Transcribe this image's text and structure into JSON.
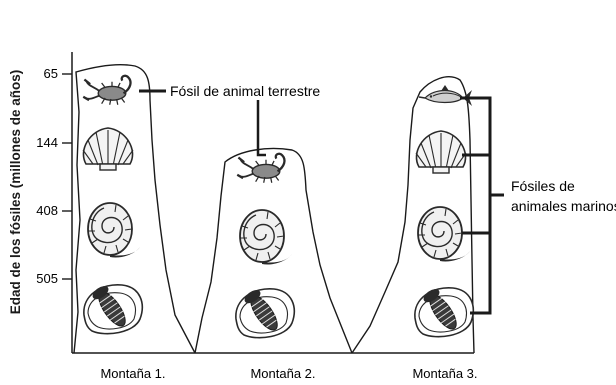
{
  "axis": {
    "ylabel": "Edad de los fósiles (millones de años)",
    "ticks": [
      "65",
      "144",
      "408",
      "505"
    ]
  },
  "mountains": [
    {
      "label": "Montaña 1.",
      "fossils": [
        "scorpion-icon",
        "scallop-icon",
        "ammonite-icon",
        "trilobite-icon"
      ]
    },
    {
      "label": "Montaña 2.",
      "fossils": [
        "scorpion-icon",
        "ammonite-icon",
        "trilobite-icon"
      ]
    },
    {
      "label": "Montaña 3.",
      "fossils": [
        "fish-icon",
        "scallop-icon",
        "ammonite-icon",
        "trilobite-icon"
      ]
    }
  ],
  "annotations": {
    "land": "Fósil de animal terrestre",
    "marine_line1": "Fósiles de",
    "marine_line2": "animales marinos"
  },
  "colors": {
    "line": "#1a1a1a",
    "fossil": "#2a2a2a",
    "background": "#ffffff"
  }
}
